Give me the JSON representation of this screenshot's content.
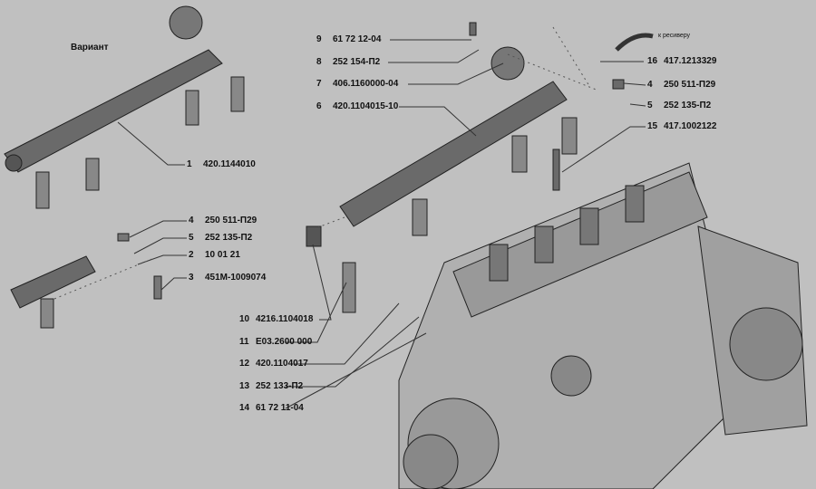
{
  "variant_label": "Вариант",
  "receiver_note": "к ресиверу",
  "callouts": [
    {
      "num": "1",
      "code": "420.1144010"
    },
    {
      "num": "4",
      "code": "250 511-П29"
    },
    {
      "num": "5",
      "code": "252 135-П2"
    },
    {
      "num": "2",
      "code": "10 01 21"
    },
    {
      "num": "3",
      "code": "451М-1009074"
    },
    {
      "num": "10",
      "code": "4216.1104018"
    },
    {
      "num": "11",
      "code": "E03.2600 000"
    },
    {
      "num": "12",
      "code": "420.1104017"
    },
    {
      "num": "13",
      "code": "252 133-П2"
    },
    {
      "num": "14",
      "code": "61 72 11-04"
    },
    {
      "num": "9",
      "code": "61 72 12-04"
    },
    {
      "num": "8",
      "code": "252 154-П2"
    },
    {
      "num": "7",
      "code": "406.1160000-04"
    },
    {
      "num": "6",
      "code": "420.1104015-10"
    },
    {
      "num": "16",
      "code": "417.1213329"
    },
    {
      "num": "4",
      "code": "250 511-П29"
    },
    {
      "num": "5",
      "code": "252 135-П2"
    },
    {
      "num": "15",
      "code": "417.1002122"
    }
  ]
}
